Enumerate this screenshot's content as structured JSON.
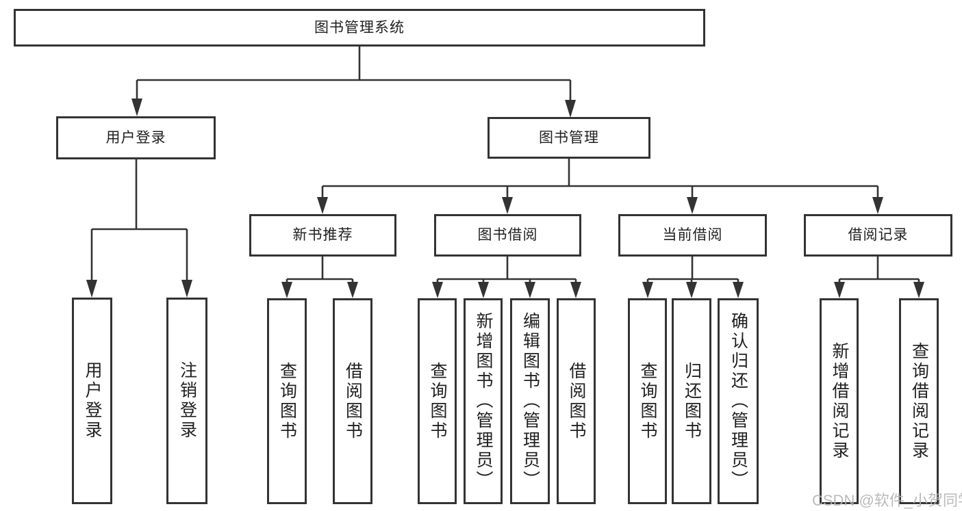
{
  "colors": {
    "line": "#333333",
    "box_border": "#333333",
    "box_background": "#ffffff",
    "text": "#1f1f1f",
    "watermark": "#b3b3b3"
  },
  "watermark": {
    "text": "CSDN @软件_小贺同学"
  },
  "tree": {
    "label": "图书管理系统",
    "children": [
      {
        "label": "用户登录",
        "children": [
          {
            "label": "用户登录"
          },
          {
            "label": "注销登录"
          }
        ]
      },
      {
        "label": "图书管理",
        "children": [
          {
            "label": "新书推荐",
            "children": [
              {
                "label": "查询图书"
              },
              {
                "label": "借阅图书"
              }
            ]
          },
          {
            "label": "图书借阅",
            "children": [
              {
                "label": "查询图书"
              },
              {
                "label": "新增图书（管理员）"
              },
              {
                "label": "编辑图书（管理员）"
              },
              {
                "label": "借阅图书"
              }
            ]
          },
          {
            "label": "当前借阅",
            "children": [
              {
                "label": "查询图书"
              },
              {
                "label": "归还图书"
              },
              {
                "label": "确认归还（管理员）"
              }
            ]
          },
          {
            "label": "借阅记录",
            "children": [
              {
                "label": "新增借阅记录"
              },
              {
                "label": "查询借阅记录"
              }
            ]
          }
        ]
      }
    ]
  }
}
